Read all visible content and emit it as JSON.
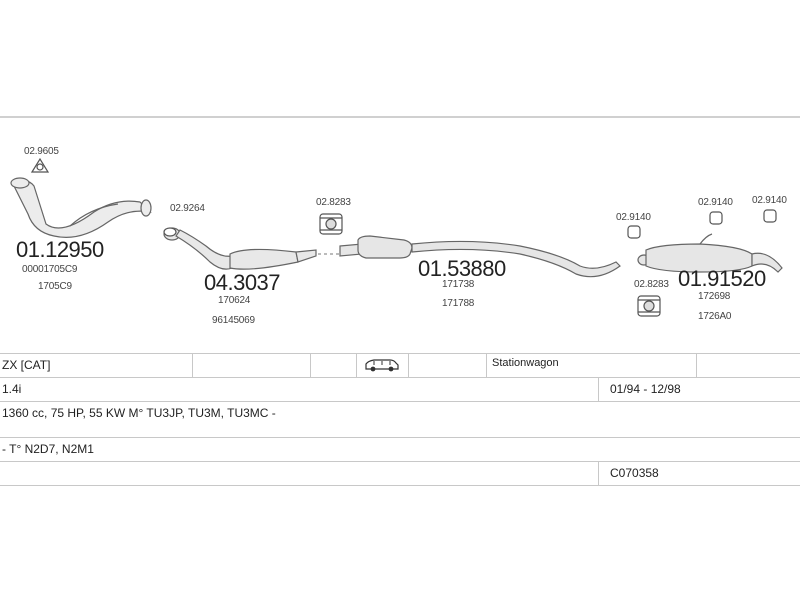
{
  "parts": {
    "p1": {
      "number": "01.12950",
      "refs": [
        "00001705C9",
        "1705C9"
      ],
      "clamp": "02.9605"
    },
    "p2": {
      "number": "04.3037",
      "refs": [
        "170624",
        "96145069"
      ],
      "clamp": "02.9264"
    },
    "p3": {
      "number": "01.53880",
      "refs": [
        "171738",
        "171788"
      ],
      "clamp": "02.8283"
    },
    "p4": {
      "number": "01.91520",
      "refs": [
        "172698",
        "1726A0"
      ],
      "clamps": [
        "02.9140",
        "02.9140",
        "02.9140",
        "02.8283"
      ]
    }
  },
  "table": {
    "model": "ZX  [CAT]",
    "body_type": "Stationwagon",
    "engine": "1.4i",
    "years": "01/94 - 12/98",
    "spec": "1360 cc, 75 HP, 55 KW M° TU3JP, TU3M, TU3MC -",
    "gearbox": "- T° N2D7, N2M1",
    "catalog_code": "C070358"
  },
  "icons": {
    "vehicle": "station-wagon-icon",
    "clamp": "clamp-icon",
    "rubber_mount": "rubber-mount-icon"
  },
  "colors": {
    "line": "#777777",
    "fill": "#e6e6e6",
    "grid": "#c8c8c8"
  }
}
